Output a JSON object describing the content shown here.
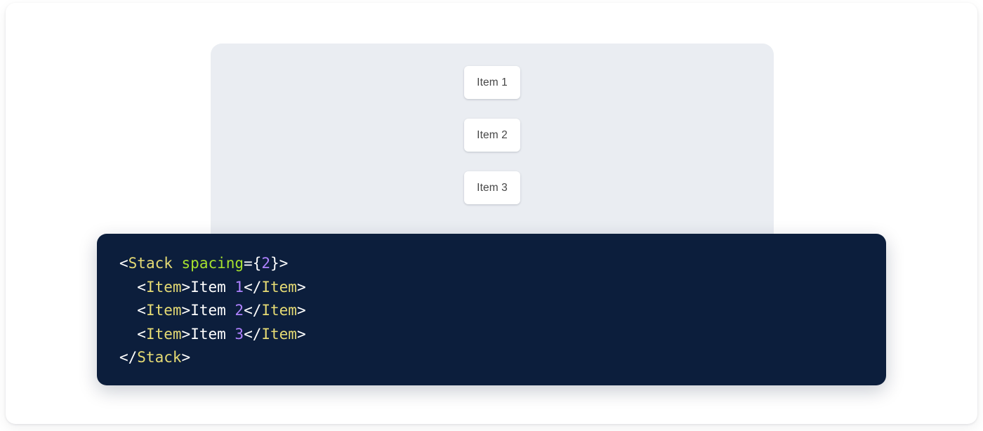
{
  "preview": {
    "stage_name": "component-preview-stage",
    "background_color": "#eaedf2",
    "stack": {
      "spacing": 2,
      "direction": "vertical",
      "items": [
        {
          "label": "Item 1"
        },
        {
          "label": "Item 2"
        },
        {
          "label": "Item 3"
        }
      ]
    }
  },
  "code_panel": {
    "background_color": "#0c1e3c",
    "language": "jsx",
    "colors": {
      "tag": "#e6db74",
      "attribute": "#a6e22e",
      "number": "#ae81ff",
      "punctuation": "#ffffff",
      "text": "#ffffff"
    },
    "lines": [
      {
        "indent": "",
        "tokens": [
          {
            "t": "<",
            "k": "punct"
          },
          {
            "t": "Stack",
            "k": "tag"
          },
          {
            "t": " ",
            "k": "punct"
          },
          {
            "t": "spacing",
            "k": "attr"
          },
          {
            "t": "={",
            "k": "punct"
          },
          {
            "t": "2",
            "k": "number"
          },
          {
            "t": "}>",
            "k": "punct"
          }
        ]
      },
      {
        "indent": "  ",
        "tokens": [
          {
            "t": "<",
            "k": "punct"
          },
          {
            "t": "Item",
            "k": "tag"
          },
          {
            "t": ">",
            "k": "punct"
          },
          {
            "t": "Item ",
            "k": "text"
          },
          {
            "t": "1",
            "k": "number"
          },
          {
            "t": "</",
            "k": "punct"
          },
          {
            "t": "Item",
            "k": "tag"
          },
          {
            "t": ">",
            "k": "punct"
          }
        ]
      },
      {
        "indent": "  ",
        "tokens": [
          {
            "t": "<",
            "k": "punct"
          },
          {
            "t": "Item",
            "k": "tag"
          },
          {
            "t": ">",
            "k": "punct"
          },
          {
            "t": "Item ",
            "k": "text"
          },
          {
            "t": "2",
            "k": "number"
          },
          {
            "t": "</",
            "k": "punct"
          },
          {
            "t": "Item",
            "k": "tag"
          },
          {
            "t": ">",
            "k": "punct"
          }
        ]
      },
      {
        "indent": "  ",
        "tokens": [
          {
            "t": "<",
            "k": "punct"
          },
          {
            "t": "Item",
            "k": "tag"
          },
          {
            "t": ">",
            "k": "punct"
          },
          {
            "t": "Item ",
            "k": "text"
          },
          {
            "t": "3",
            "k": "number"
          },
          {
            "t": "</",
            "k": "punct"
          },
          {
            "t": "Item",
            "k": "tag"
          },
          {
            "t": ">",
            "k": "punct"
          }
        ]
      },
      {
        "indent": "",
        "tokens": [
          {
            "t": "</",
            "k": "punct"
          },
          {
            "t": "Stack",
            "k": "tag"
          },
          {
            "t": ">",
            "k": "punct"
          }
        ]
      }
    ]
  }
}
